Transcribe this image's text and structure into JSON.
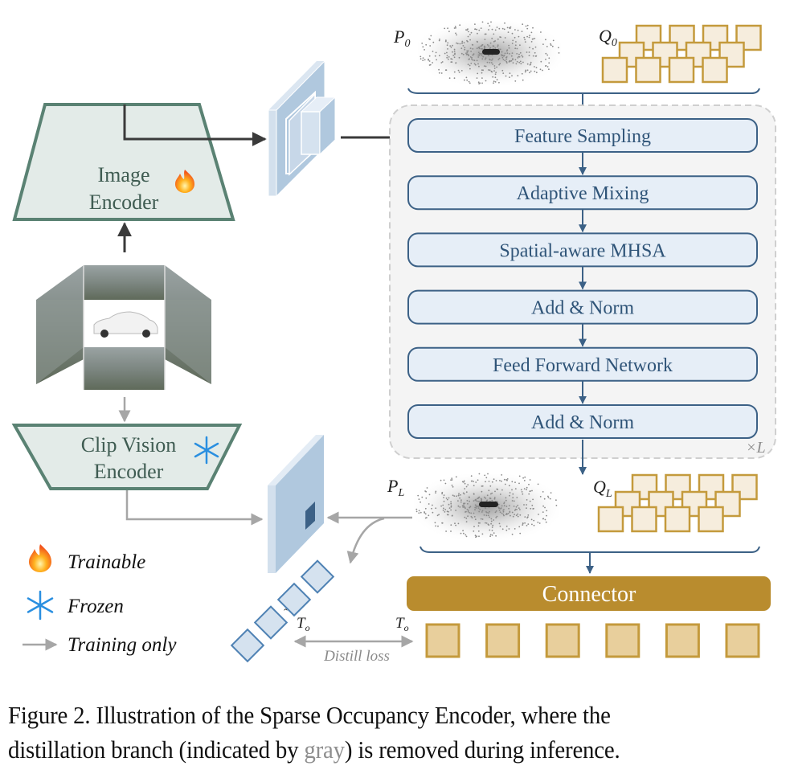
{
  "figure": {
    "caption": {
      "prefix": "Figure 2. Illustration of the Sparse Occupancy Encoder, where the",
      "line2_before": "distillation branch (indicated by ",
      "line2_gray": "gray",
      "line2_after": ") is removed during inference."
    }
  },
  "encoders": {
    "image_encoder": {
      "line1": "Image",
      "line2": "Encoder",
      "status_icon": "fire-icon",
      "status": "trainable"
    },
    "clip_encoder": {
      "line1": "Clip Vision",
      "line2": "Encoder",
      "status_icon": "snowflake-icon",
      "status": "frozen"
    }
  },
  "inputs": {
    "points_initial": "P",
    "points_initial_sub": "0",
    "queries_initial": "Q",
    "queries_initial_sub": "0",
    "points_final": "P",
    "points_final_sub": "L",
    "queries_final": "Q",
    "queries_final_sub": "L"
  },
  "decoder": {
    "repeat_label": "×L",
    "blocks": [
      {
        "label": "Feature Sampling"
      },
      {
        "label": "Adaptive Mixing"
      },
      {
        "label": "Spatial-aware MHSA"
      },
      {
        "label": "Add & Norm"
      },
      {
        "label": "Feed Forward Network"
      },
      {
        "label": "Add & Norm"
      }
    ]
  },
  "connector": {
    "label": "Connector",
    "output_tokens": 6
  },
  "distill": {
    "label": "Distill loss",
    "teacher_token": "T",
    "teacher_sub": "o",
    "student_token": "T",
    "student_sub": "o",
    "clip_tokens": 4
  },
  "legend": [
    {
      "icon": "fire-icon",
      "label": "Trainable"
    },
    {
      "icon": "snowflake-icon",
      "label": "Frozen"
    },
    {
      "icon": "gray-arrow-icon",
      "label": "Training only"
    }
  ],
  "colors": {
    "encoder_fill": "#e3ebe8",
    "encoder_stroke": "#5a8273",
    "block_fill": "#e6eef7",
    "block_stroke": "#3c6186",
    "block_text": "#2f5478",
    "connector": "#b98c2e",
    "query_fill": "#f6eddd",
    "token_fill": "#e8cf9c",
    "token_stroke": "#c49a3c",
    "feature_map": "#b0c8de",
    "training_gray": "#a6a6a6",
    "arrow_dark": "#3a3a3a"
  }
}
